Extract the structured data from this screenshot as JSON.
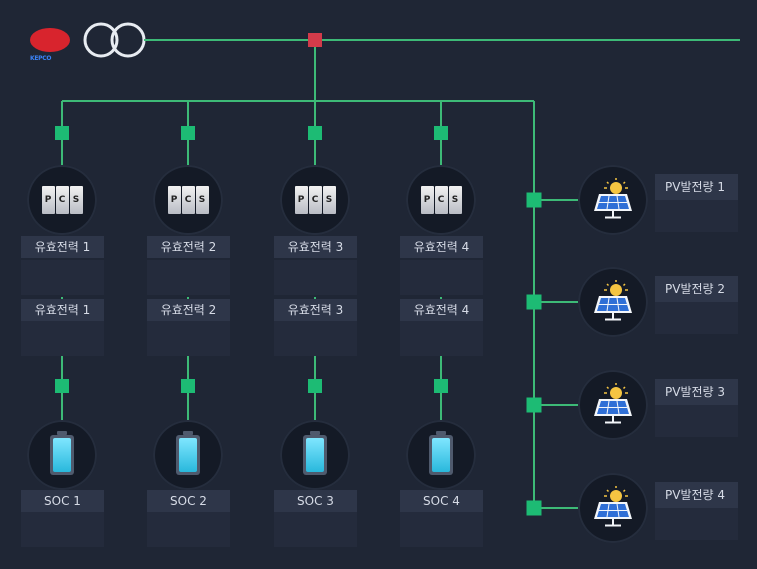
{
  "brand": {
    "name": "KEPCO"
  },
  "colors": {
    "background": "#1f2635",
    "line": "#3dba77",
    "node": "#1dbb74",
    "breaker": "#d33b4a"
  },
  "icons": {
    "transformer": "transformer-icon",
    "pcs": "pcs-icon",
    "battery": "battery-icon",
    "solar": "solar-panel-icon"
  },
  "pcs_units": [
    {
      "pcs_letters": [
        "P",
        "C",
        "S"
      ],
      "label_top": "유효전력 1",
      "label_mid": "유효전력 1",
      "soc_label": "SOC 1"
    },
    {
      "pcs_letters": [
        "P",
        "C",
        "S"
      ],
      "label_top": "유효전력 2",
      "label_mid": "유효전력 2",
      "soc_label": "SOC 2"
    },
    {
      "pcs_letters": [
        "P",
        "C",
        "S"
      ],
      "label_top": "유효전력 3",
      "label_mid": "유효전력 3",
      "soc_label": "SOC 3"
    },
    {
      "pcs_letters": [
        "P",
        "C",
        "S"
      ],
      "label_top": "유효전력 4",
      "label_mid": "유효전력 4",
      "soc_label": "SOC 4"
    }
  ],
  "pv_units": [
    {
      "label": "PV발전량 1"
    },
    {
      "label": "PV발전량 2"
    },
    {
      "label": "PV발전량 3"
    },
    {
      "label": "PV발전량 4"
    }
  ]
}
